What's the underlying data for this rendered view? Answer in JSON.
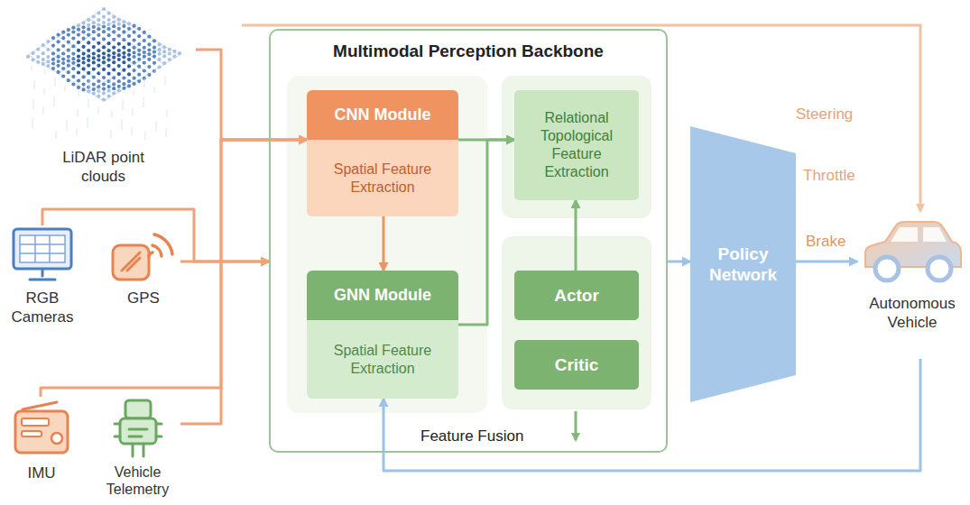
{
  "diagram": {
    "nodes": [
      {
        "text": [
          "LiDAR point clouds"
        ]
      },
      {
        "text": [
          "RGB Cameras"
        ]
      },
      {
        "text": [
          "GPS"
        ]
      },
      {
        "text": [
          "IMU"
        ]
      },
      {
        "text": [
          "Vehicle Telemetry"
        ]
      },
      {
        "text": [
          "Multimodal Perception Backbone"
        ]
      },
      {
        "text": [
          "CNN Module",
          "Spatial Feature Extraction"
        ],
        "in": 5
      },
      {
        "text": [
          "GNN Module",
          "Spatial Feature Extraction"
        ],
        "in": 5
      },
      {
        "text": [
          "Relational Topological Feature Extraction"
        ],
        "in": 5
      },
      {
        "text": [
          "Actor"
        ],
        "in": 5
      },
      {
        "text": [
          "Critic"
        ],
        "in": 5
      },
      {
        "text": [
          "Policy Network"
        ]
      },
      {
        "text": [
          "Autonomous Vehicle"
        ]
      }
    ],
    "edges": [
      {
        "from": 0,
        "to": 6,
        "arrow": "to"
      },
      {
        "from": 1,
        "to": 5,
        "arrow": "to"
      },
      {
        "from": 2,
        "to": 5,
        "arrow": "to"
      },
      {
        "from": 3,
        "to": 6,
        "arrow": "to"
      },
      {
        "from": 4,
        "to": 6,
        "arrow": "to"
      },
      {
        "from": 6,
        "to": 7,
        "arrow": "to"
      },
      {
        "from": 6,
        "to": 8,
        "arrow": "to"
      },
      {
        "from": 7,
        "to": 8,
        "arrow": "to"
      },
      {
        "from": 9,
        "to": 8,
        "arrow": "to"
      },
      {
        "from": 5,
        "to": 11,
        "arrow": "to"
      },
      {
        "from": 11,
        "to": 12,
        "label": "Brake",
        "arrow": "to"
      },
      {
        "from": 12,
        "to": 7,
        "arrow": "to"
      }
    ],
    "labels": [
      "Feature Fusion",
      "Steering",
      "Throttle"
    ]
  }
}
